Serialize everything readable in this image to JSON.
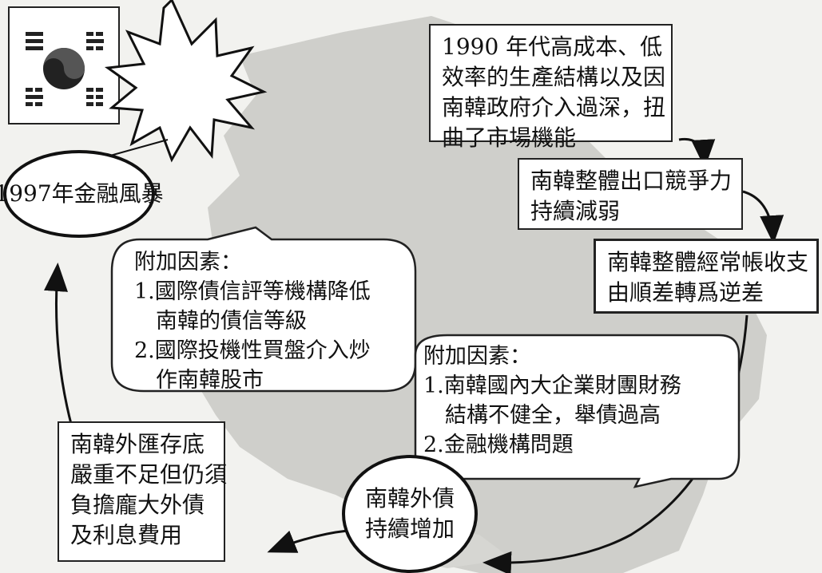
{
  "colors": {
    "background": "#f2f2ef",
    "map_gray": "#cfcfcb",
    "ink": "#111111",
    "taeguk": "#222222"
  },
  "flag": {
    "icon": "korean-flag-icon"
  },
  "burst": {
    "icon": "explosion-burst-icon"
  },
  "diagram": {
    "crisis": {
      "label": "1997年金融風暴"
    },
    "cause": {
      "lines": [
        "1990 年代高成本、低",
        "效率的生產結構以及因",
        "南韓政府介入過深，扭",
        "曲了市場機能"
      ]
    },
    "export": {
      "lines": [
        "南韓整體出口競爭力",
        "持續減弱"
      ]
    },
    "account": {
      "lines": [
        "南韓整體經常帳收支",
        "由順差轉爲逆差"
      ]
    },
    "debt": {
      "lines": [
        "南韓外債",
        "持續增加"
      ]
    },
    "reserves": {
      "lines": [
        "南韓外匯存底",
        "嚴重不足但仍須",
        "負擔龐大外債",
        "及利息費用"
      ]
    },
    "factors_top": {
      "lines": [
        "附加因素：",
        "1.國際債信評等機構降低",
        "　南韓的債信等級",
        "2.國際投機性買盤介入炒",
        "　作南韓股市"
      ]
    },
    "factors_bottom": {
      "lines": [
        "附加因素：",
        "1.南韓國內大企業財團財務",
        "　結構不健全，舉債過高",
        "2.金融機構問題"
      ]
    }
  }
}
